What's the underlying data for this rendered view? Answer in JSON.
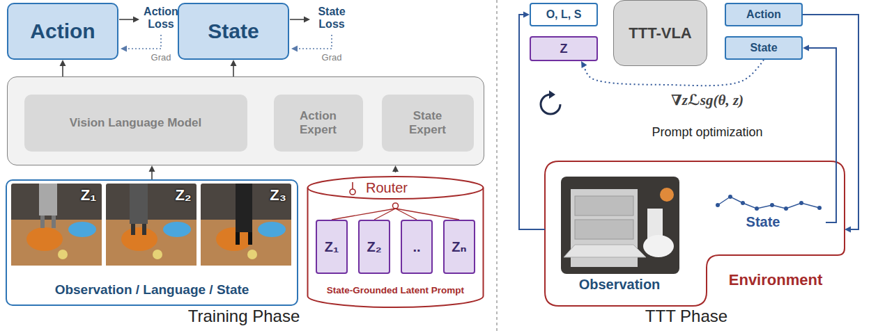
{
  "diagram": {
    "nodes": [
      {
        "text": [
          "Action"
        ]
      },
      {
        "text": [
          "State"
        ]
      },
      {
        "text": []
      },
      {
        "text": [
          "Vision Language Model"
        ],
        "in": 2
      },
      {
        "text": [
          "Action Expert"
        ],
        "in": 2
      },
      {
        "text": [
          "State Expert"
        ],
        "in": 2
      },
      {
        "text": [
          "Observation / Language / State"
        ]
      },
      {
        "text": [
          "Router",
          "State-Grounded Latent Prompt"
        ]
      },
      {
        "text": [
          "Z₁"
        ],
        "in": 7
      },
      {
        "text": [
          "Z₂"
        ],
        "in": 7
      },
      {
        "text": [
          ".."
        ],
        "in": 7
      },
      {
        "text": [
          "Zₙ"
        ],
        "in": 7
      },
      {
        "text": [
          "O, L, S"
        ]
      },
      {
        "text": [
          "Z"
        ]
      },
      {
        "text": [
          "TTT-VLA"
        ]
      },
      {
        "text": [
          "Action"
        ]
      },
      {
        "text": [
          "State"
        ]
      },
      {
        "text": [
          "Environment"
        ]
      },
      {
        "text": [
          "Observation"
        ],
        "in": 17
      },
      {
        "text": [
          "State"
        ],
        "in": 17
      }
    ],
    "edges": [
      {
        "from": 2,
        "to": 0,
        "arrow": "to"
      },
      {
        "from": 2,
        "to": 1,
        "arrow": "to"
      },
      {
        "from": 6,
        "to": 2,
        "arrow": "to"
      },
      {
        "from": 7,
        "to": 2,
        "arrow": "to"
      },
      {
        "from": 17,
        "to": 12,
        "arrow": "to"
      },
      {
        "from": 15,
        "to": 17,
        "arrow": "to"
      },
      {
        "from": 19,
        "to": 16,
        "arrow": "to"
      },
      {
        "from": 16,
        "to": 13,
        "arrow": "to"
      }
    ],
    "labels": [
      "Action Loss",
      "Grad",
      "State Loss",
      "Grad",
      "Z₁",
      "Z₂",
      "Z₃",
      "∇zℒsg(θ, z)",
      "Prompt optimization",
      "Training Phase",
      "TTT Phase"
    ]
  }
}
